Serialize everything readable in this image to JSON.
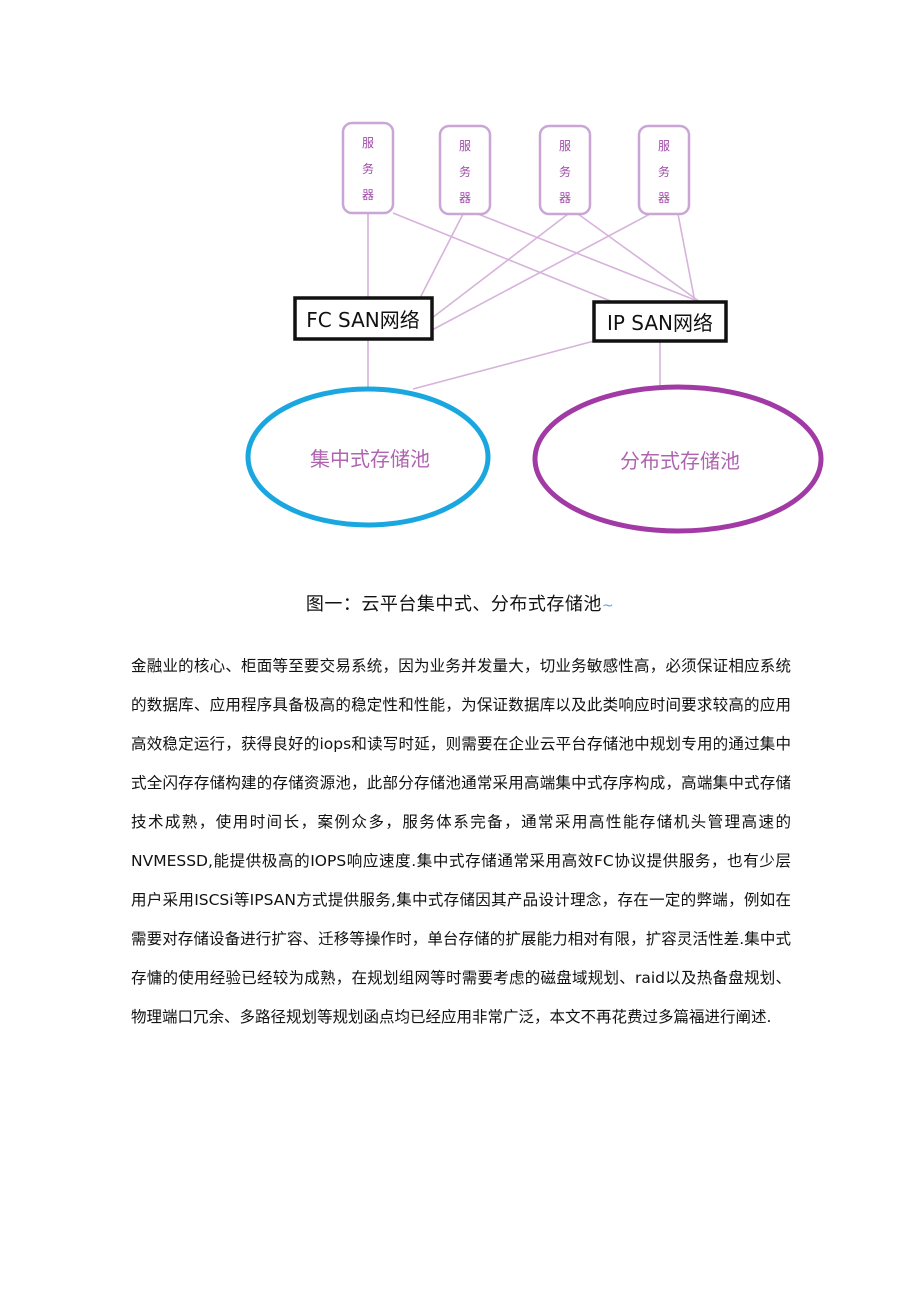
{
  "diagram": {
    "servers": [
      {
        "label": "服务器",
        "chars": [
          "服",
          "务",
          "器"
        ]
      },
      {
        "label": "服务器",
        "chars": [
          "服",
          "务",
          "器"
        ]
      },
      {
        "label": "服务器",
        "chars": [
          "服",
          "务",
          "器"
        ]
      },
      {
        "label": "服务器",
        "chars": [
          "服",
          "务",
          "器"
        ]
      }
    ],
    "fc_san": "FC SAN网络",
    "ip_san": "IP SAN网络",
    "central_pool": "集中式存储池",
    "distributed_pool": "分布式存储池",
    "colors": {
      "server_border": "#c9a6d6",
      "server_text": "#a04aa8",
      "link_line": "#d7b3dc",
      "network_border": "#111111",
      "central_pool": "#1aa7e0",
      "distributed_pool": "#a23aa6",
      "pool_text": "#b064b0"
    }
  },
  "caption": {
    "text": "图一：云平台集中式、分布式存储池",
    "tail": "~"
  },
  "paragraph": {
    "lines": [
      "金融业的核心、柜面等至要交易系统，因为业务并发量大，切业务敏感性高，必须保证相应系统",
      "的数据库、应用程序具备极高的稳定性和性能，为保证数据库以及此类响应时间要求较高的应用",
      "高效稳定运行，获得良好的iops和读写时延，则需要在企业云平台存储池中规划专用的通过集中",
      "式全闪存存储构建的存储资源池，此部分存储池通常采用高端集中式存序构成，高端集中式存储",
      "技术成熟，使用时间长，案例众多，服务体系完备，通常采用高性能存储机头管理高速的",
      "NVMESSD,能提供极高的IOPS响应速度.集中式存储通常采用高效FC协议提供服务，也有少层",
      "用户采用ISCSi等IPSAN方式提供服务,集中式存储因其产品设计理念，存在一定的弊端，例如在",
      "需要对存储设备进行扩容、迁移等操作时，单台存储的扩展能力相对有限，扩容灵活性差.集中式",
      "存慵的使用经验已经较为成熟，在规划组网等时需要考虑的磁盘域规划、raid以及热备盘规划、",
      "物理端口冗余、多路径规划等规划函点均已经应用非常广泛，本文不再花费过多篇福进行阐述."
    ]
  }
}
